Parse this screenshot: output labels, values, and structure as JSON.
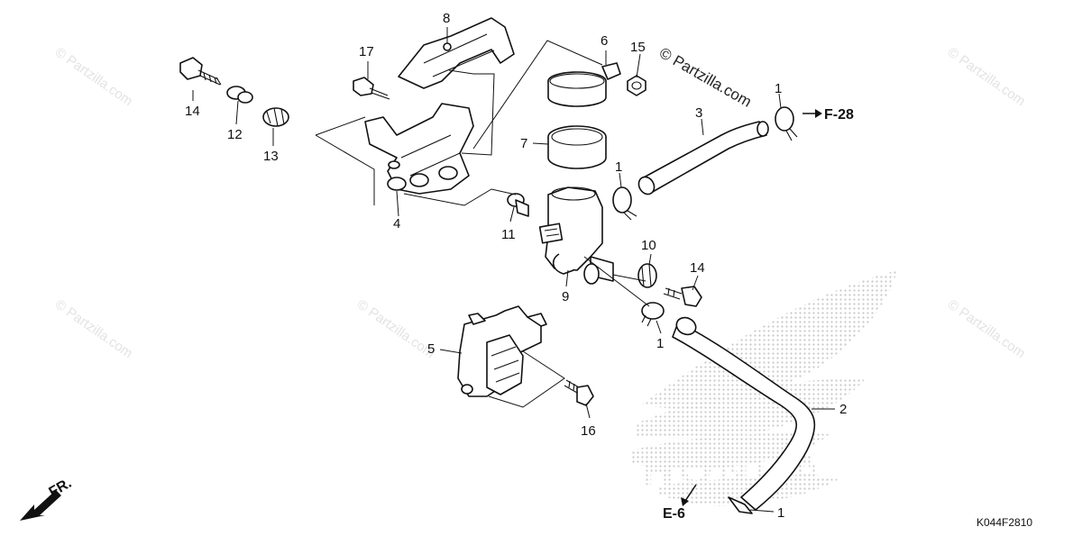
{
  "diagram": {
    "watermark": "© Partzilla.com",
    "brand_text": "© Partzilla.com",
    "logo_text": "HONDA",
    "code": "K044F2810",
    "front_label": "FR.",
    "refs": {
      "f28": "F-28",
      "e6": "E-6"
    },
    "callouts": [
      "1",
      "1",
      "1",
      "1",
      "2",
      "3",
      "4",
      "5",
      "6",
      "7",
      "8",
      "9",
      "10",
      "11",
      "12",
      "13",
      "14",
      "14",
      "15",
      "16",
      "17"
    ]
  },
  "colors": {
    "ink": "#111111",
    "watermark": "#e3e3e3",
    "logo_dots": "#c8c8c8"
  }
}
